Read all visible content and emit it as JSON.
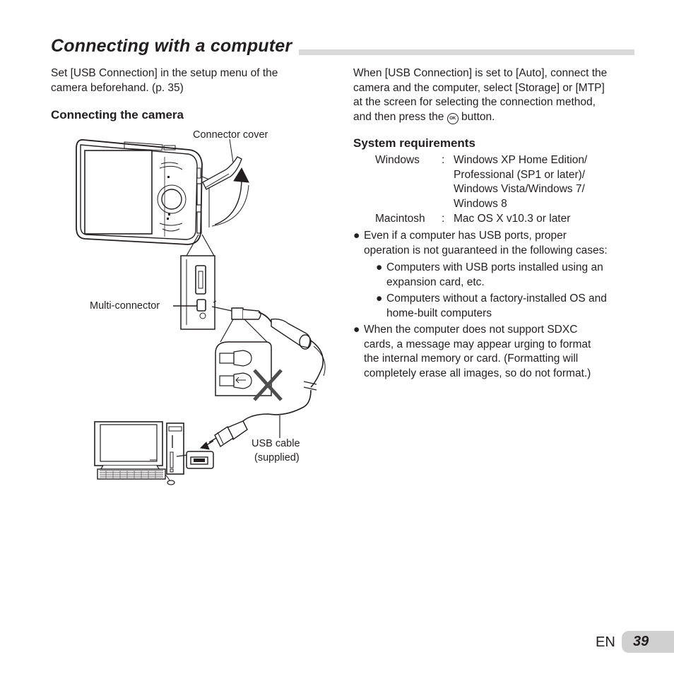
{
  "title": "Connecting with a computer",
  "left": {
    "intro": [
      "Set [USB Connection] in the setup menu of the",
      "camera beforehand. (p. 35)"
    ],
    "heading": "Connecting the camera",
    "labels": {
      "connector_cover": "Connector cover",
      "multi_connector": "Multi-connector",
      "usb_cable_1": "USB cable",
      "usb_cable_2": "(supplied)"
    }
  },
  "right": {
    "intro": [
      "When [USB Connection] is set to [Auto], connect the",
      "camera and the computer, select [Storage] or [MTP]",
      "at the screen for selecting the connection method,",
      "and then press the",
      "button."
    ],
    "ok_button": "OK",
    "heading": "System requirements",
    "requirements": [
      {
        "os": "Windows",
        "sep": ":",
        "lines": [
          "Windows XP Home Edition/",
          "Professional (SP1 or later)/",
          "Windows Vista/Windows 7/",
          "Windows 8"
        ]
      },
      {
        "os": "Macintosh",
        "sep": ":",
        "lines": [
          "Mac OS X v10.3 or later"
        ]
      }
    ],
    "bullet": "●",
    "bullet1": [
      "Even if a computer has USB ports, proper",
      "operation is not guaranteed in the following cases:"
    ],
    "sub1": [
      "Computers with USB ports installed using an",
      "expansion card, etc."
    ],
    "sub2": [
      "Computers without a factory-installed OS and",
      "home-built computers"
    ],
    "bullet2": [
      "When the computer does not support SDXC",
      "cards, a message may appear urging to format",
      "the internal memory or card. (Formatting will",
      "completely erase all images, so do not format.)"
    ]
  },
  "footer": {
    "lang": "EN",
    "page": "39"
  }
}
